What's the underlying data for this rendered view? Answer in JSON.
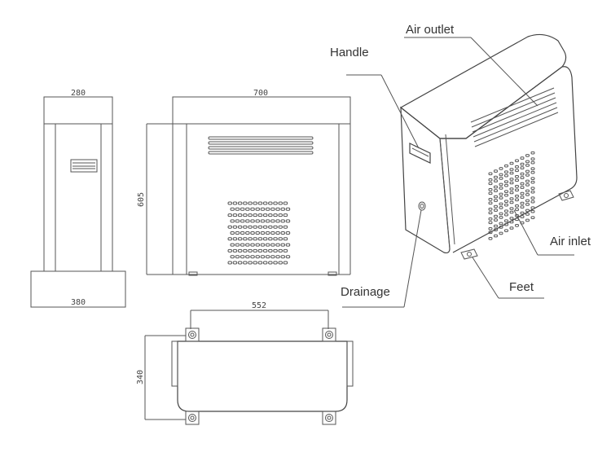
{
  "dimensions": {
    "side_width": "280",
    "front_width": "700",
    "front_height": "605",
    "base_width": "380",
    "feet_spacing": "552",
    "depth": "340"
  },
  "callouts": {
    "air_outlet": "Air outlet",
    "handle": "Handle",
    "air_inlet": "Air inlet",
    "drainage": "Drainage",
    "feet": "Feet"
  }
}
